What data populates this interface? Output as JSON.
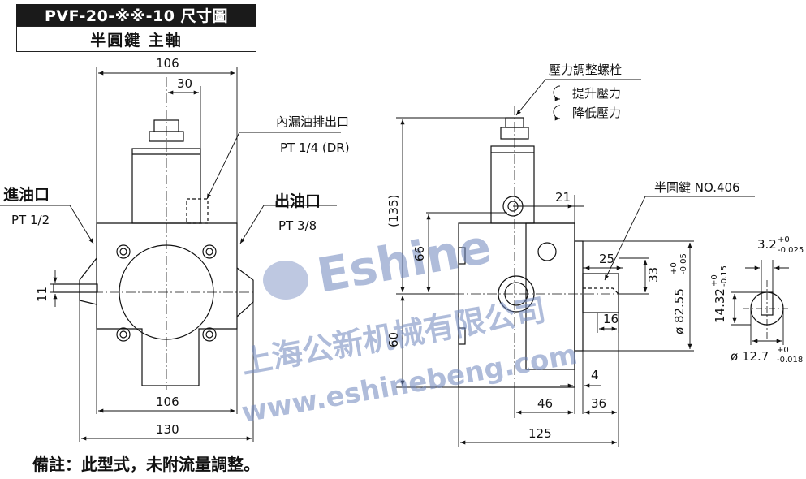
{
  "title": "PVF-20-※※-10 尺寸圖",
  "subtitle": "半圓鍵  主軸",
  "labels": {
    "inlet_name": "進油口",
    "inlet_thread": "PT 1/2",
    "outlet_name": "出油口",
    "outlet_thread": "PT 3/8",
    "drain_name": "內漏油排出口",
    "drain_thread": "PT 1/4 (DR)",
    "pressure_screw": "壓力調整螺栓",
    "raise_pressure": "提升壓力",
    "lower_pressure": "降低壓力",
    "key_label": "半圓鍵 NO.406"
  },
  "dimensions": {
    "top_width": "106",
    "top_offset": "30",
    "bottom_width_inner": "106",
    "bottom_width_outer": "130",
    "left_11": "11",
    "side_135": "(135)",
    "side_66": "66",
    "side_60": "60",
    "side_21": "21",
    "side_25": "25",
    "side_33": "33",
    "side_16": "16",
    "side_4": "4",
    "side_46": "46",
    "side_36": "36",
    "side_125": "125",
    "dia_82": "ø 82.55",
    "dia_82_tol_upper": "+0",
    "dia_82_tol_lower": "-0.05",
    "key_width": "3.2",
    "key_width_tol_upper": "+0",
    "key_width_tol_lower": "-0.025",
    "key_height": "14.32",
    "key_height_tol_upper": "+0",
    "key_height_tol_lower": "-0.15",
    "shaft_dia": "ø 12.7",
    "shaft_dia_tol_upper": "+0",
    "shaft_dia_tol_lower": "-0.018"
  },
  "watermark": {
    "brand": "Eshine",
    "company_cn": "上海公新机械有限公司",
    "url": "www.eshinebeng.com"
  },
  "note": "備註：此型式，未附流量調整。",
  "colors": {
    "line": "#111111",
    "title_bg": "#1a1a1a",
    "watermark": "#6f86bd"
  }
}
